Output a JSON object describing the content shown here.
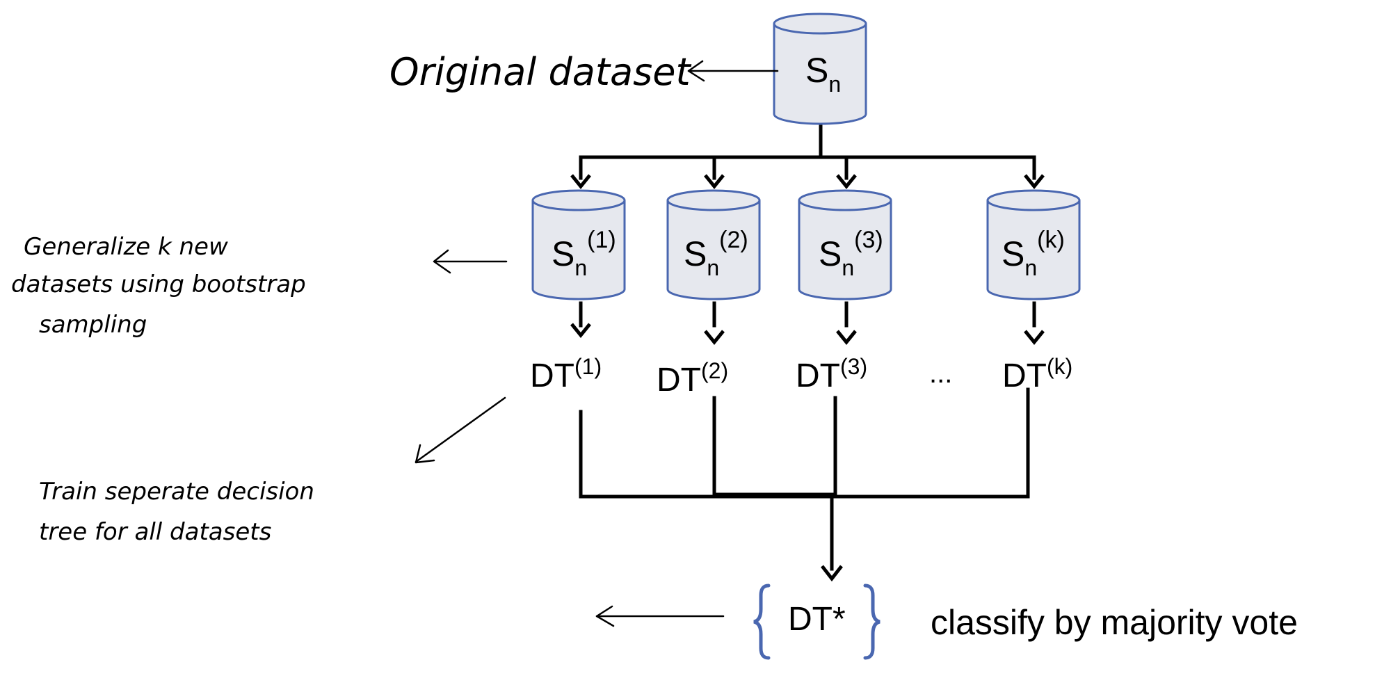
{
  "diagram": {
    "root": {
      "base": "S",
      "sub": "n",
      "sup": ""
    },
    "bootstrap_sets": [
      {
        "base": "S",
        "sub": "n",
        "sup": "(1)"
      },
      {
        "base": "S",
        "sub": "n",
        "sup": "(2)"
      },
      {
        "base": "S",
        "sub": "n",
        "sup": "(3)"
      },
      {
        "base": "S",
        "sub": "n",
        "sup": "(k)"
      }
    ],
    "trees": [
      {
        "base": "DT",
        "sup": "(1)"
      },
      {
        "base": "DT",
        "sup": "(2)"
      },
      {
        "base": "DT",
        "sup": "(3)"
      },
      {
        "base": "DT",
        "sup": "(k)"
      }
    ],
    "ellipsis": "...",
    "result": "DT*",
    "result_caption": "classify by majority vote"
  },
  "annotations": {
    "original": "Original dataset",
    "bootstrap_line1": "Generalize k new",
    "bootstrap_line2": "datasets using bootstrap",
    "bootstrap_line3": "sampling",
    "train_line1": "Train seperate decision",
    "train_line2": "tree for all datasets"
  },
  "colors": {
    "cylinder_fill": "#e6e8ee",
    "cylinder_stroke": "#4a67b0",
    "brace": "#4a67b0",
    "line": "#000000"
  }
}
